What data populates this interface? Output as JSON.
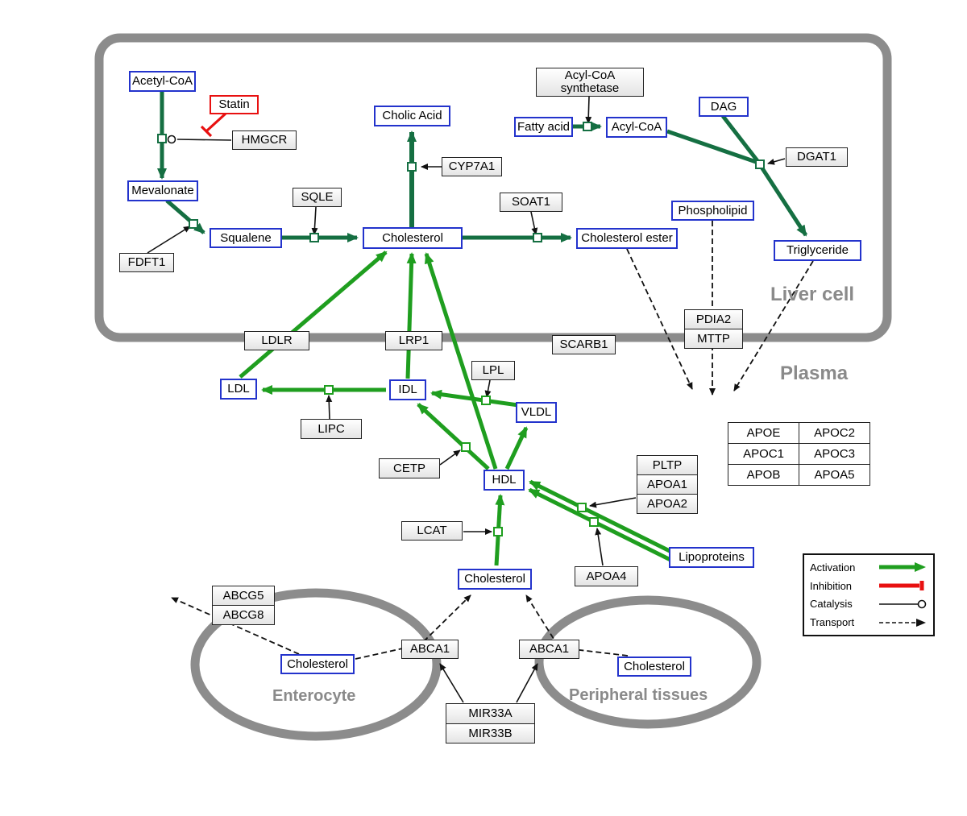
{
  "colors": {
    "activation_green": "#1F9E1F",
    "liver_reaction_green": "#156F42",
    "inhibition_red": "#E81010",
    "metabolite_border_blue": "#2333CC",
    "compartment_gray": "#8C8C8C"
  },
  "compartments": {
    "liver": "Liver cell",
    "plasma": "Plasma",
    "enterocyte": "Enterocyte",
    "peripheral": "Peripheral tissues"
  },
  "metabolites": {
    "acetyl_coa": "Acetyl-CoA",
    "mevalonate": "Mevalonate",
    "squalene": "Squalene",
    "cholesterol_liver": "Cholesterol",
    "cholic_acid": "Cholic Acid",
    "fatty_acid": "Fatty acid",
    "acyl_coa": "Acyl-CoA",
    "dag": "DAG",
    "phospholipid": "Phospholipid",
    "cholesterol_ester": "Cholesterol ester",
    "triglyceride": "Triglyceride",
    "ldl": "LDL",
    "idl": "IDL",
    "vldl": "VLDL",
    "hdl": "HDL",
    "cholesterol_plasma": "Cholesterol",
    "lipoproteins": "Lipoproteins",
    "cholesterol_enterocyte": "Cholesterol",
    "cholesterol_peripheral": "Cholesterol"
  },
  "enzymes": {
    "statin": "Statin",
    "hmgcr": "HMGCR",
    "fdft1": "FDFT1",
    "sqle": "SQLE",
    "cyp7a1": "CYP7A1",
    "soat1": "SOAT1",
    "dgat1": "DGAT1",
    "ldlr": "LDLR",
    "lrp1": "LRP1",
    "scarb1": "SCARB1",
    "pdia2": "PDIA2",
    "mttp": "MTTP",
    "lipc": "LIPC",
    "lpl": "LPL",
    "cetp": "CETP",
    "lcat": "LCAT",
    "apoa4": "APOA4",
    "pltp": "PLTP",
    "apoa1": "APOA1",
    "apoa2": "APOA2",
    "abcg5": "ABCG5",
    "abcg8": "ABCG8",
    "abca1": "ABCA1",
    "mir33a": "MIR33A",
    "mir33b": "MIR33B"
  },
  "acyl_coa_synthetase": {
    "line1": "Acyl-CoA",
    "line2": "synthetase"
  },
  "apolipoproteins": {
    "rows": [
      [
        "APOE",
        "APOC2"
      ],
      [
        "APOC1",
        "APOC3"
      ],
      [
        "APOB",
        "APOA5"
      ]
    ]
  },
  "legend": {
    "activation": "Activation",
    "inhibition": "Inhibition",
    "catalysis": "Catalysis",
    "transport": "Transport"
  }
}
